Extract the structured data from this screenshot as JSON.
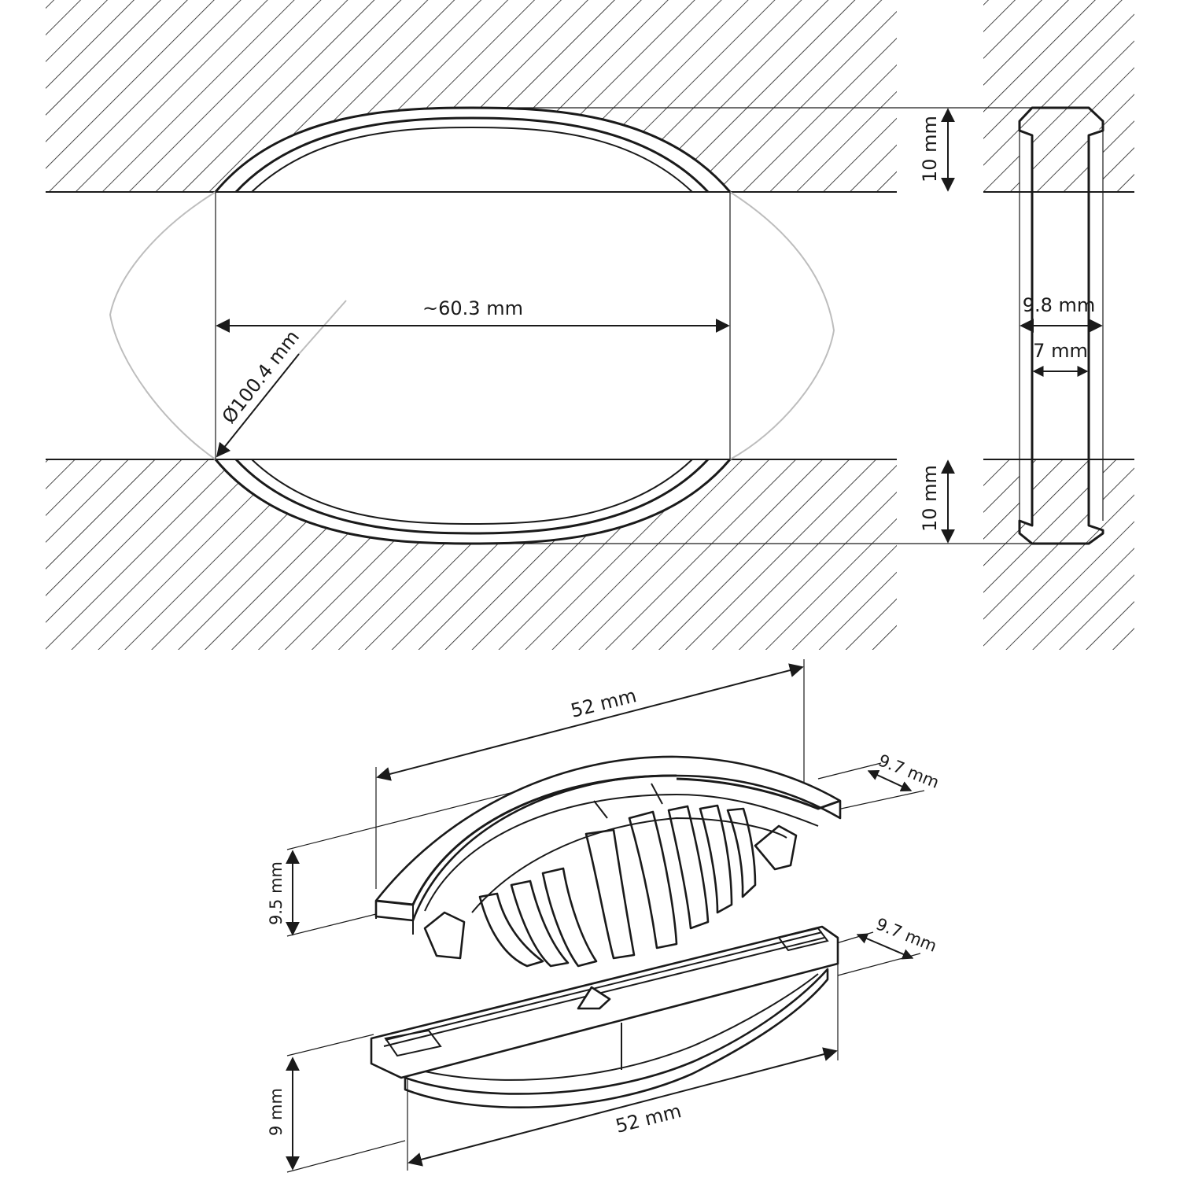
{
  "dimensions": {
    "top_slot_depth": "10 mm",
    "bottom_slot_depth": "10 mm",
    "visible_length": "~60.3 mm",
    "cutter_diameter": "Ø100.4 mm",
    "slot_width": "9.8 mm",
    "insert_width": "7 mm",
    "upper_part_length": "52 mm",
    "upper_part_width": "9.7 mm",
    "upper_part_height": "9.5 mm",
    "lower_part_width": "9.7 mm",
    "lower_part_height": "9 mm",
    "lower_part_length": "52 mm"
  },
  "colors": {
    "ink": "#1a1a1a",
    "ghost_arc": "#bdbdbd",
    "background": "#ffffff"
  }
}
